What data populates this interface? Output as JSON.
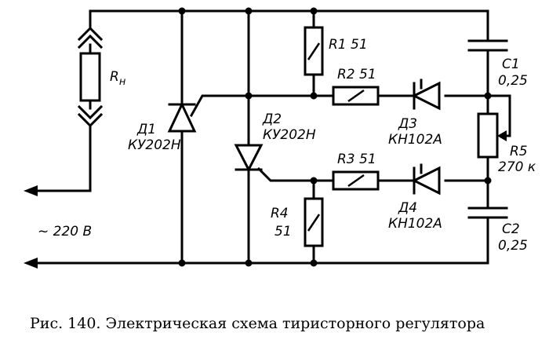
{
  "load": {
    "name": "R",
    "sub": "н"
  },
  "supply": "~ 220 В",
  "thyristors": [
    {
      "ref": "Д1",
      "type": "КУ202Н"
    },
    {
      "ref": "Д2",
      "type": "КУ202Н"
    }
  ],
  "resistors": [
    {
      "ref": "R1",
      "value": "51"
    },
    {
      "ref": "R2",
      "value": "51"
    },
    {
      "ref": "R3",
      "value": "51"
    },
    {
      "ref": "R4",
      "value": "51"
    },
    {
      "ref": "R5",
      "value": "270 к"
    }
  ],
  "dinistors": [
    {
      "ref": "Д3",
      "type": "КН102А"
    },
    {
      "ref": "Д4",
      "type": "КН102А"
    }
  ],
  "capacitors": [
    {
      "ref": "С1",
      "value": "0,25"
    },
    {
      "ref": "С2",
      "value": "0,25"
    }
  ],
  "caption": "Рис. 140. Электрическая схема тиристорного регулятора"
}
